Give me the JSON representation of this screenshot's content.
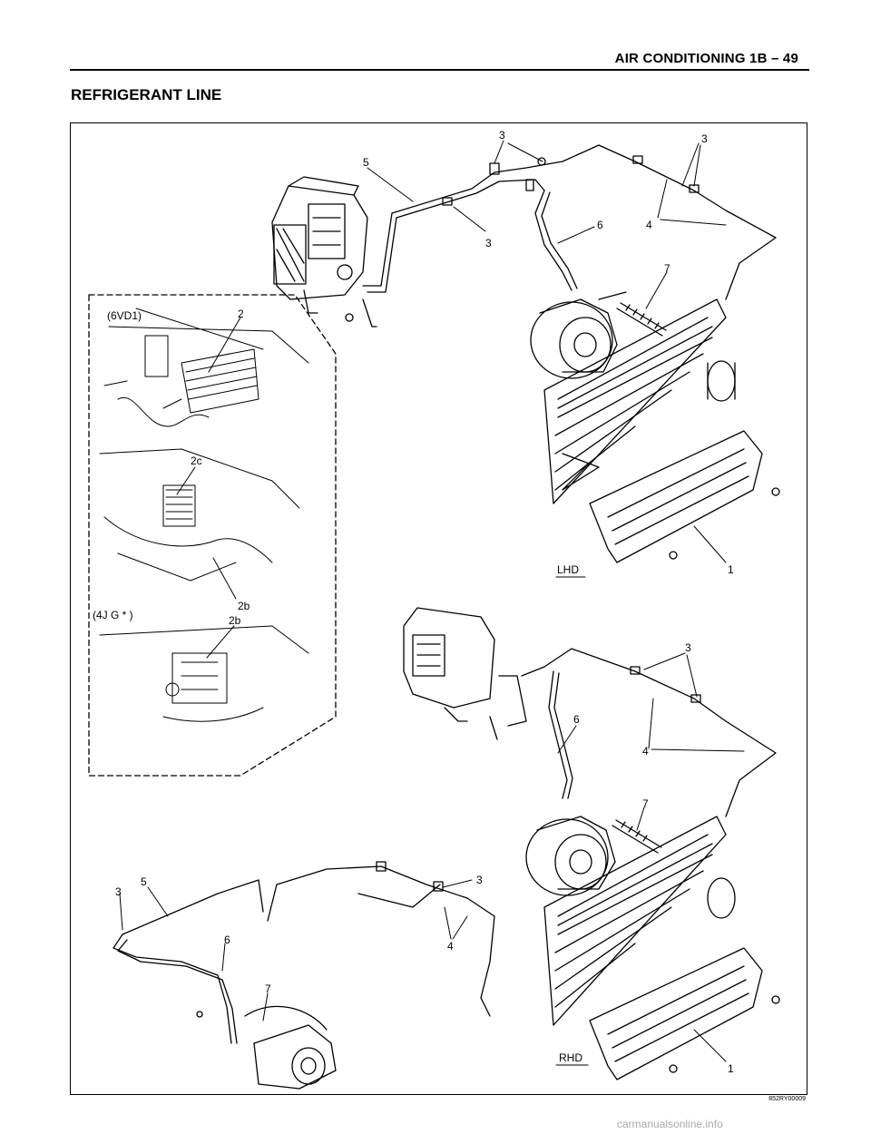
{
  "header": {
    "title": "AIR CONDITIONING  1B – 49"
  },
  "section": {
    "title": "REFRIGERANT LINE"
  },
  "diagram": {
    "inset_labels": {
      "engine_6vd1": "(6VD1)",
      "engine_4jg": "(4J G * )"
    },
    "variant_labels": {
      "lhd": "LHD",
      "rhd": "RHD"
    },
    "callouts": {
      "lhd": [
        "3",
        "3",
        "5",
        "3",
        "6",
        "4",
        "7",
        "1"
      ],
      "inset": [
        "2",
        "2c",
        "2b",
        "2b"
      ],
      "rhd_upper": [
        "3",
        "6",
        "4",
        "7"
      ],
      "rhd_lower": [
        "3",
        "5",
        "6",
        "7",
        "3",
        "4",
        "1"
      ]
    },
    "figure_code": "852RY00009"
  },
  "footer": {
    "watermark": "carmanualsonline.info"
  }
}
